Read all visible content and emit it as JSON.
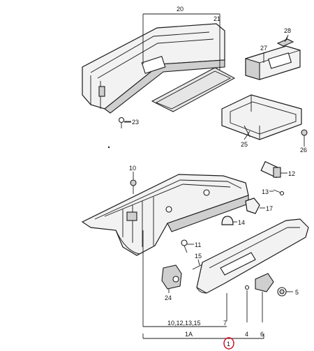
{
  "labels": {
    "l20": "20",
    "l21": "21",
    "l23": "23",
    "l27": "27",
    "l28": "28",
    "l25": "25",
    "l26": "26",
    "l10": "10",
    "l12": "12",
    "l13": "13",
    "l17": "17",
    "l14": "14",
    "l11": "11",
    "l15": "15",
    "l24": "24",
    "l5": "5",
    "l7": "7",
    "l4": "4",
    "l6": "6",
    "l1": "1",
    "group_label": "10,12,13,15",
    "sub_label": "1A"
  },
  "colors": {
    "line": "#1a1a1a",
    "fill_light": "#f2f2f2",
    "fill_dark": "#cfcfcf",
    "highlight_circle": "#d0021b"
  }
}
